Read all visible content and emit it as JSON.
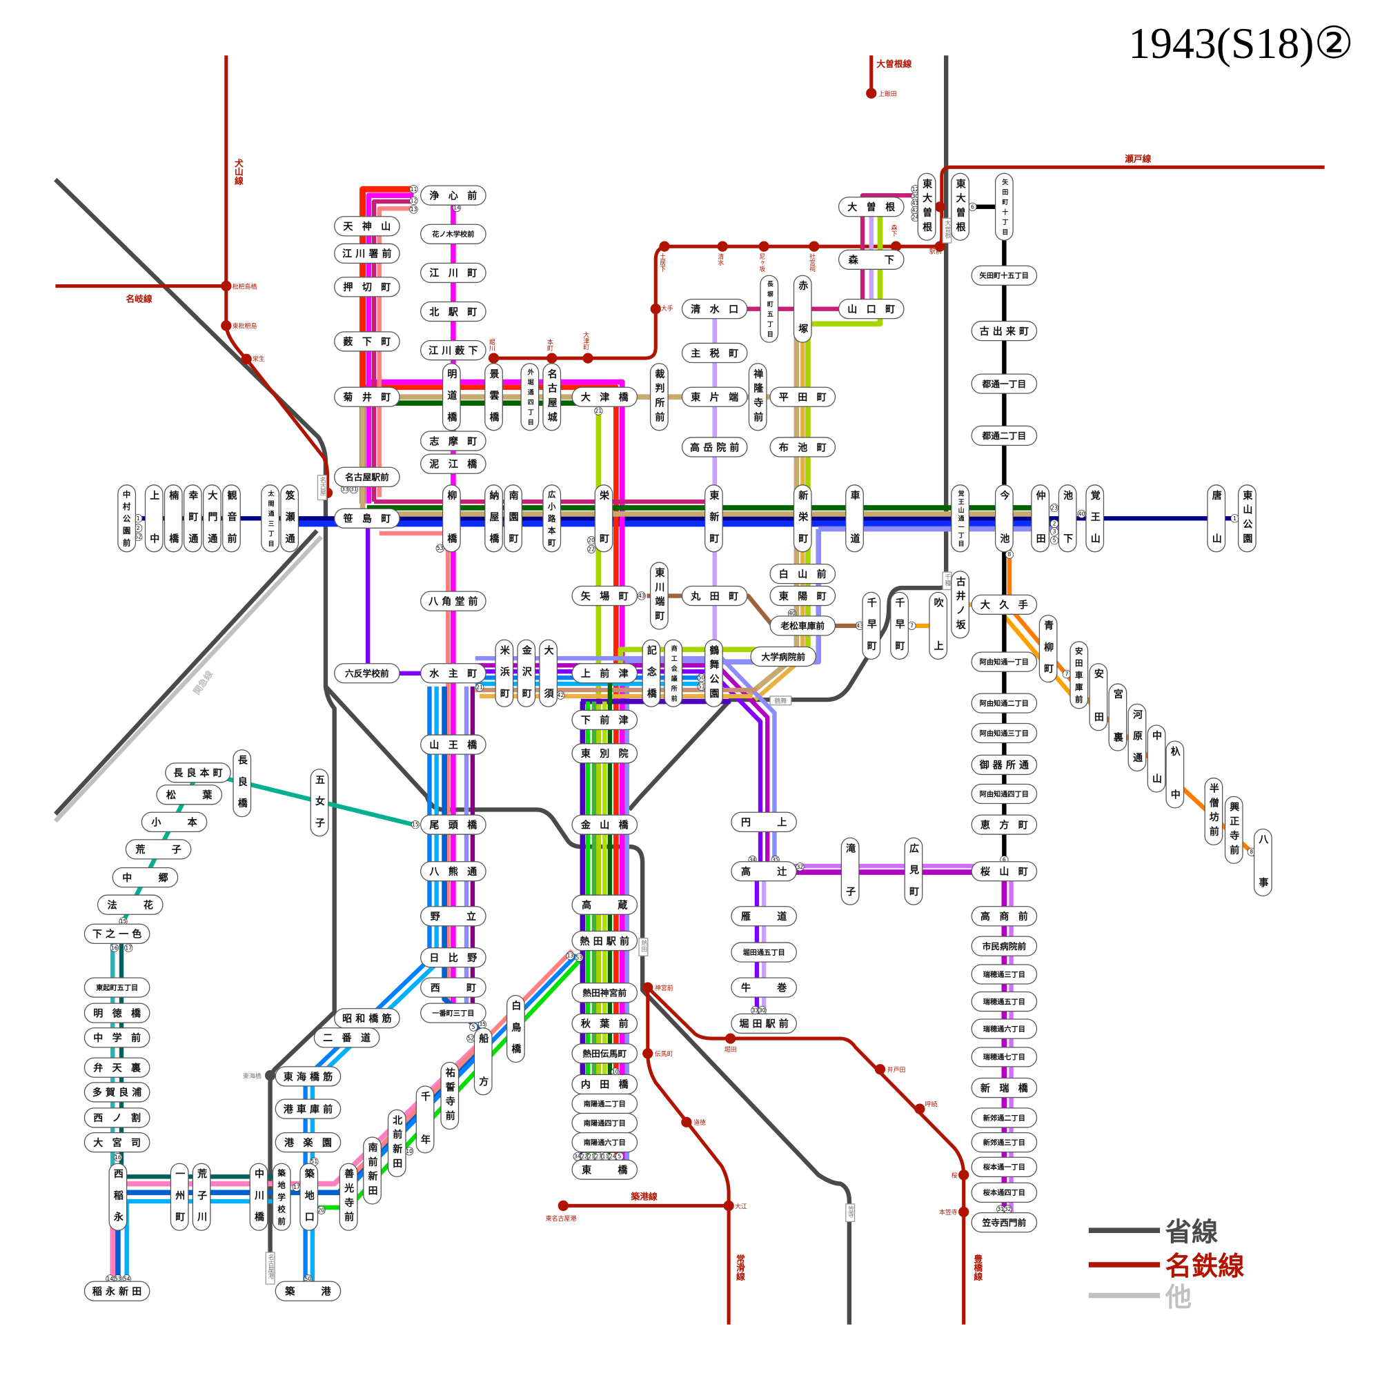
{
  "title": "1943(S18)②",
  "legend": [
    {
      "label": "省線",
      "color": "#4a4a4a"
    },
    {
      "label": "名鉄線",
      "color": "#b01400"
    },
    {
      "label": "他",
      "color": "#c0c0c0"
    }
  ],
  "colors": {
    "jnr": "#4a4a4a",
    "meitetsu": "#b01400",
    "other": "#c0c0c0",
    "red": "#ff2200",
    "magenta": "#ff00ff",
    "crimson": "#c81e78",
    "salmon": "#ff8080",
    "tan": "#c8aa6e",
    "green": "#006400",
    "navy": "#00008b",
    "blue": "#0a2cff",
    "periwinkle": "#8c8cff",
    "lime": "#a8d400",
    "lilac": "#c8a0ff",
    "gold": "#e8b040",
    "brown": "#a0643c",
    "amber": "#ffa000",
    "orange": "#ff7a00",
    "black": "#000000",
    "purple": "#b000c0",
    "lightpurple": "#d070ff",
    "violet": "#8000ff",
    "teal": "#00b090",
    "darkteal": "#006060",
    "lightteal": "#30b0b0",
    "pink": "#ff80c0",
    "midblue": "#0060d0",
    "cyan": "#00b0ff",
    "skyblue": "#0080ff",
    "brightgreen": "#00e000",
    "deepviolet": "#5000c0",
    "leaf": "#40b040",
    "yellowgreen": "#b0e000",
    "plum": "#800080",
    "rosybrown": "#c89070"
  },
  "stations": [
    "浄心前",
    "天神山",
    "花ノ木学校前",
    "江川署前",
    "江川町",
    "押切町",
    "北駅町",
    "薮下町",
    "江川薮下",
    "菊井町",
    "志摩町",
    "泥江橋",
    "名古屋駅前",
    "笹島町",
    "大津橋",
    "清水口",
    "主税町",
    "東片端",
    "高岳院前",
    "大曽根",
    "森下",
    "山口町",
    "平田町",
    "布池町",
    "矢田町十五丁目",
    "古出来町",
    "都通一丁目",
    "都通二丁目",
    "白山前",
    "東陽町",
    "老松車庫前",
    "丸田町",
    "矢場町",
    "大学病院前",
    "八角堂前",
    "六反学校前",
    "水主町",
    "上前津",
    "下前津",
    "東別院",
    "大久手",
    "阿由知通一丁目",
    "阿由知通二丁目",
    "阿由知通三丁目",
    "御器所通",
    "阿由知通四丁目",
    "恵方町",
    "桜山町",
    "高商前",
    "市民病院前",
    "瑞穂通三丁目",
    "瑞穂通五丁目",
    "瑞穂通六丁目",
    "瑞穂通七丁目",
    "新瑞橋",
    "新郊通二丁目",
    "新郊通三丁目",
    "桜本通一丁目",
    "桜本通四丁目",
    "笠寺西門前",
    "円上",
    "高辻",
    "雁道",
    "堀田通五丁目",
    "牛巻",
    "堀田駅前",
    "山王橋",
    "尾頭橋",
    "八熊通",
    "野立",
    "日比野",
    "西町",
    "一番町三丁目",
    "金山橋",
    "高蔵",
    "熱田駅前",
    "熱田神宮前",
    "秋葉前",
    "熱田伝馬町",
    "内田橋",
    "南陽通二丁目",
    "南陽通四丁目",
    "南陽通六丁目",
    "東橋",
    "昭和橋筋",
    "二番道",
    "東海橋筋",
    "港車庫前",
    "港楽園",
    "築港",
    "長良本町",
    "松葉",
    "小本",
    "荒子",
    "中郷",
    "法花",
    "下之一色",
    "東起町五丁目",
    "明徳橋",
    "中学前",
    "弁天裏",
    "多賀良浦",
    "西ノ割",
    "大宮司",
    "稲永新田",
    "中村公園前",
    "上中",
    "楠橋",
    "幸町通",
    "大門通",
    "観音前",
    "太閤通三丁目",
    "笈瀬通",
    "柳橋",
    "納屋橋",
    "南園町",
    "広小路本町",
    "栄町",
    "東新町",
    "新栄町",
    "車道",
    "覚王山通一丁目",
    "今池",
    "仲田",
    "池下",
    "覚王山",
    "唐山",
    "東山公園",
    "明道橋",
    "景雲橋",
    "外堀通四丁目",
    "名古屋城",
    "裁判所前",
    "禅隆寺前",
    "長塀町五丁目",
    "赤塚",
    "東大曽根",
    "東大曽根",
    "矢田町十丁目",
    "東川端町",
    "千早町",
    "千早町",
    "吹上",
    "古井ノ坂",
    "米浜町",
    "金沢町",
    "大須",
    "記念橋",
    "商工会議所前",
    "鶴舞公園",
    "青柳町",
    "安田車庫前",
    "安田",
    "宮裏",
    "河原通",
    "中山",
    "杁中",
    "半僧坊前",
    "興正寺前",
    "八事",
    "長良橋",
    "五女子",
    "白鳥橋",
    "船方",
    "祐誓寺前",
    "千年",
    "北前新田",
    "南前新田",
    "善光寺前",
    "築地口",
    "築地学校前",
    "中川橋",
    "荒子川",
    "一州町",
    "西稲永",
    "滝子",
    "広見町"
  ],
  "rail_stations": [
    "枇杷島橋",
    "東枇杷島",
    "栄生",
    "堀川",
    "本町",
    "大津町",
    "東大手",
    "土居下",
    "清水",
    "尼ヶ坂",
    "社宮祠",
    "森下",
    "駅前",
    "上飯田",
    "神宮前",
    "伝馬町",
    "道徳",
    "堀田",
    "井戸田",
    "呼続",
    "桜",
    "本笠寺",
    "大江",
    "東名古屋港"
  ],
  "jnr_stations": [
    "名古屋",
    "大曽根",
    "千種",
    "鶴舞",
    "熱田",
    "笠寺",
    "名古屋港",
    "東海橋"
  ],
  "line_names": [
    "犬山線",
    "名岐線",
    "大曽根線",
    "瀬戸線",
    "築港線",
    "常滑線",
    "豊橋線",
    "関急線"
  ],
  "route_numbers": [
    "11",
    "12",
    "13",
    "14",
    "33",
    "31",
    "1",
    "2",
    "52",
    "53",
    "21",
    "20",
    "22",
    "23",
    "2",
    "3",
    "5",
    "40",
    "1",
    "6",
    "8",
    "12",
    "30",
    "41",
    "42",
    "24",
    "43",
    "40",
    "43",
    "7",
    "7",
    "8",
    "21",
    "42",
    "50",
    "51",
    "15",
    "15",
    "16",
    "17",
    "32",
    "34",
    "35",
    "6",
    "13",
    "53",
    "35",
    "5",
    "52",
    "10",
    "10",
    "16",
    "17",
    "20",
    "51",
    "50",
    "14",
    "53",
    "54",
    "33",
    "30",
    "31",
    "32",
    "34",
    "22",
    "21",
    "23",
    "11",
    "24",
    "5"
  ]
}
